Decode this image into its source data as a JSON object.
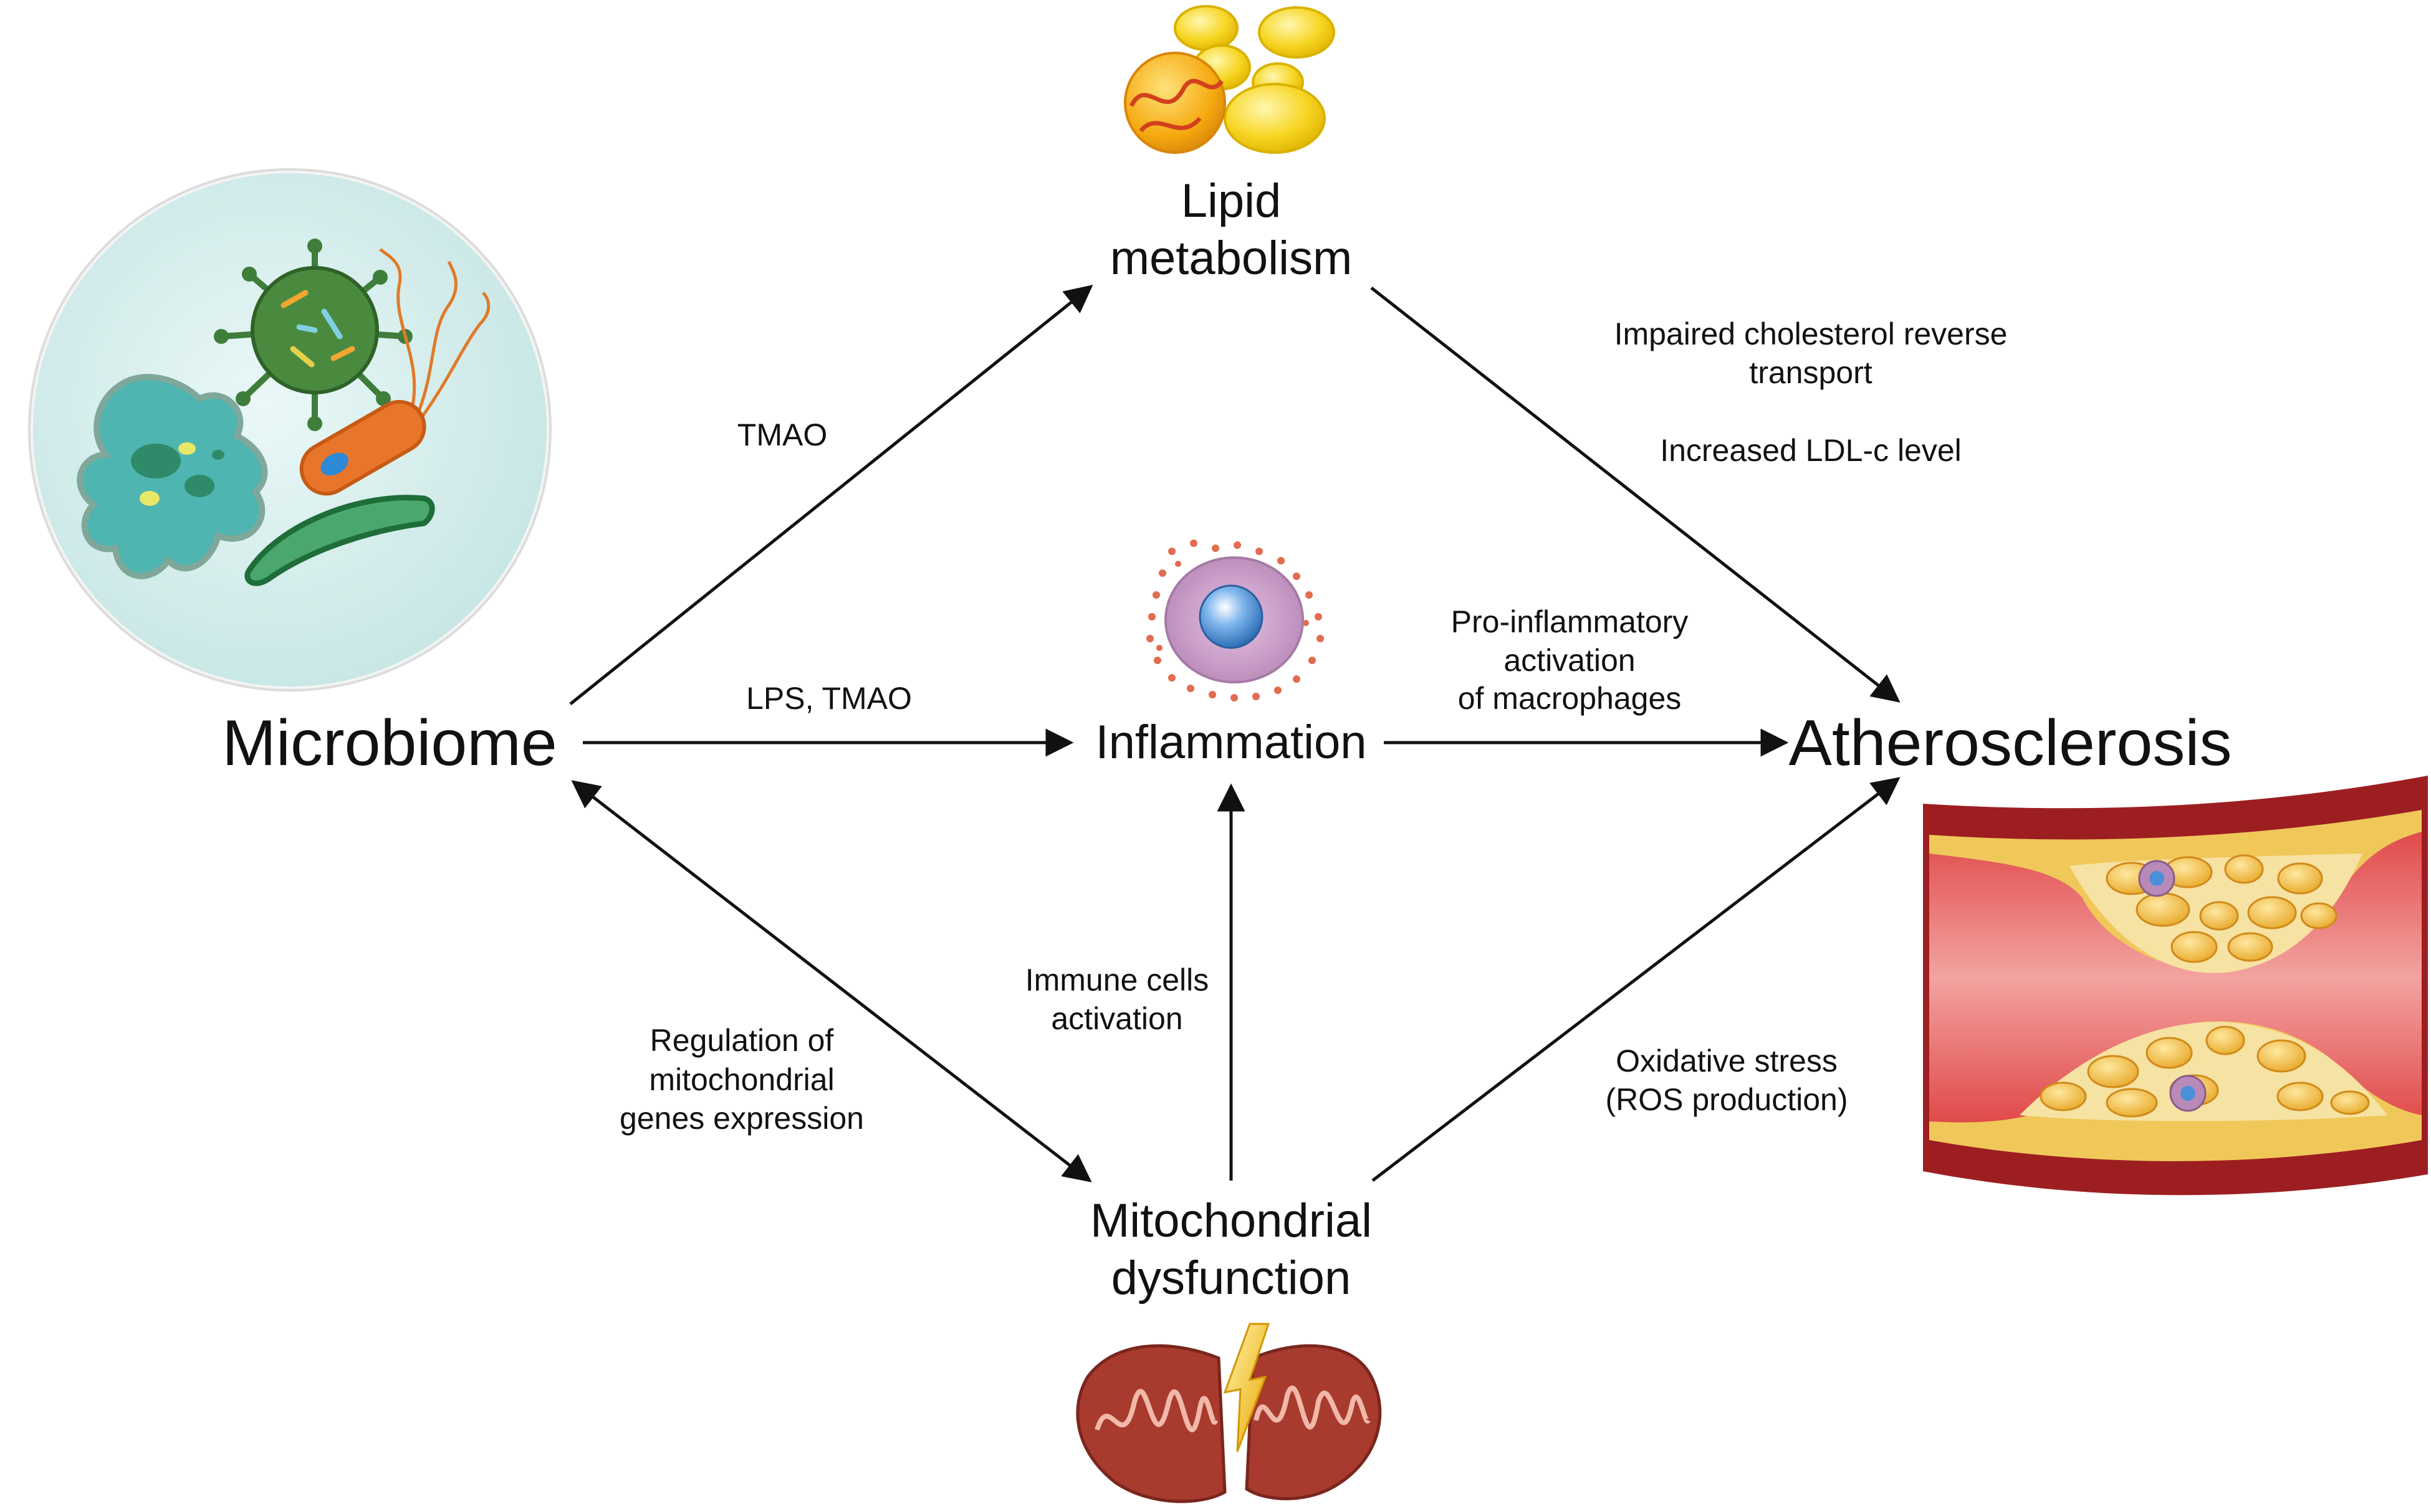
{
  "nodes": {
    "microbiome": "Microbiome",
    "lipid_line1": "Lipid",
    "lipid_line2": "metabolism",
    "inflammation": "Inflammation",
    "atherosclerosis": "Atherosclerosis",
    "mito_line1": "Mitochondrial",
    "mito_line2": "dysfunction"
  },
  "edges": {
    "microbiome_lipid": "TMAO",
    "microbiome_inflammation": "LPS, TMAO",
    "lipid_athero_1a": "Impaired cholesterol reverse",
    "lipid_athero_1b": "transport",
    "lipid_athero_2": "Increased LDL-c level",
    "inflammation_athero_1": "Pro-inflammatory",
    "inflammation_athero_2": "activation",
    "inflammation_athero_3": "of macrophages",
    "mito_inflammation_1": "Immune cells",
    "mito_inflammation_2": "activation",
    "microbiome_mito_1": "Regulation of",
    "microbiome_mito_2": "mitochondrial",
    "microbiome_mito_3": "genes expression",
    "mito_athero_1": "Oxidative stress",
    "mito_athero_2": "(ROS production)"
  },
  "colors": {
    "microbe_bg": "#d6efee",
    "lipid_yellow": "#f5d21a",
    "cell_purple": "#c99bc7",
    "nucleus_blue": "#4a90d9",
    "vessel_red": "#b5282b",
    "plaque_yellow": "#f2d97a",
    "mito_red": "#a83a2e"
  },
  "icons": [
    "microbes-illustration",
    "lipid-droplets-icon",
    "macrophage-cell-icon",
    "artery-plaque-illustration",
    "mitochondrion-icon"
  ]
}
